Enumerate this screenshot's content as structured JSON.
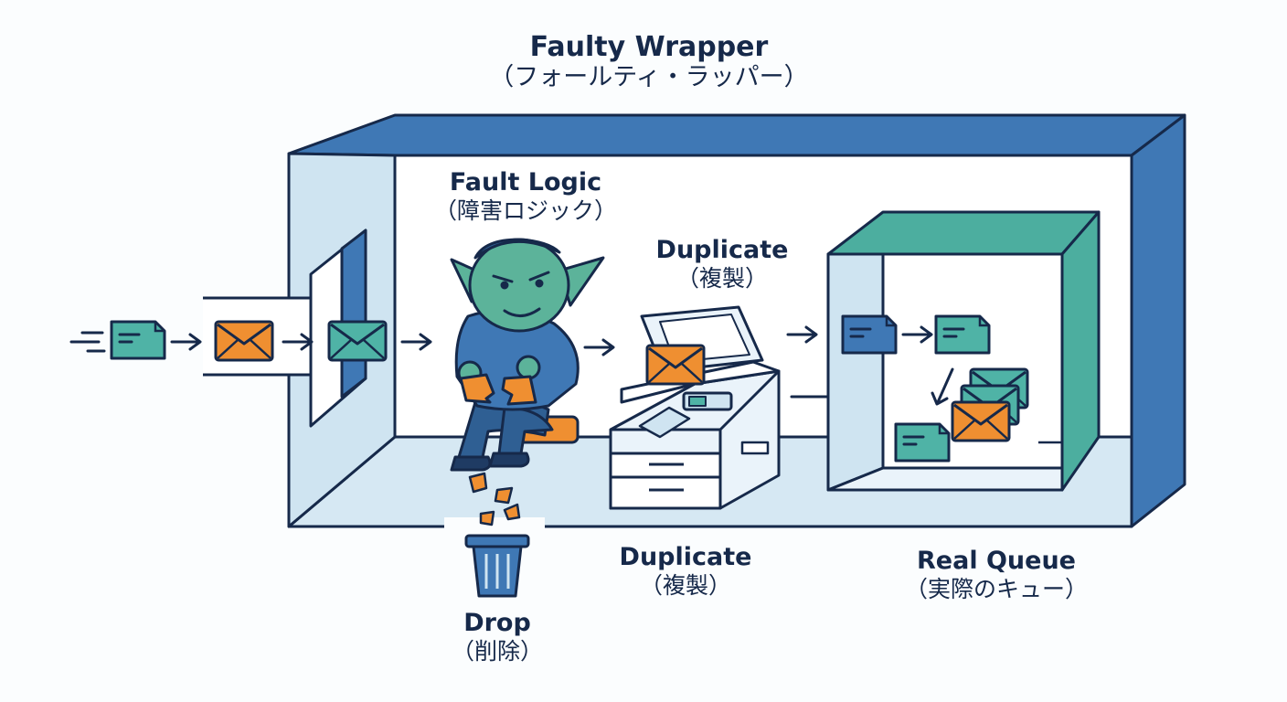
{
  "title": {
    "en": "Faulty Wrapper",
    "jp": "（フォールティ・ラッパー）"
  },
  "labels": {
    "fault_logic": {
      "en": "Fault Logic",
      "jp": "（障害ロジック）"
    },
    "duplicate_top": {
      "en": "Duplicate",
      "jp": "（複製）"
    },
    "duplicate_bottom": {
      "en": "Duplicate",
      "jp": "（複製）"
    },
    "drop": {
      "en": "Drop",
      "jp": "（削除）"
    },
    "real_queue": {
      "en": "Real Queue",
      "jp": "（実際のキュー）"
    }
  },
  "colors": {
    "outline": "#16294a",
    "wrapper_blue": "#3f78b5",
    "wrapper_light": "#cfe4f1",
    "queue_teal": "#4cae9f",
    "message_teal": "#4fb3a6",
    "message_orange": "#ef8f31",
    "goblin_green": "#5cb39a",
    "goblin_blue": "#3f78b5"
  }
}
